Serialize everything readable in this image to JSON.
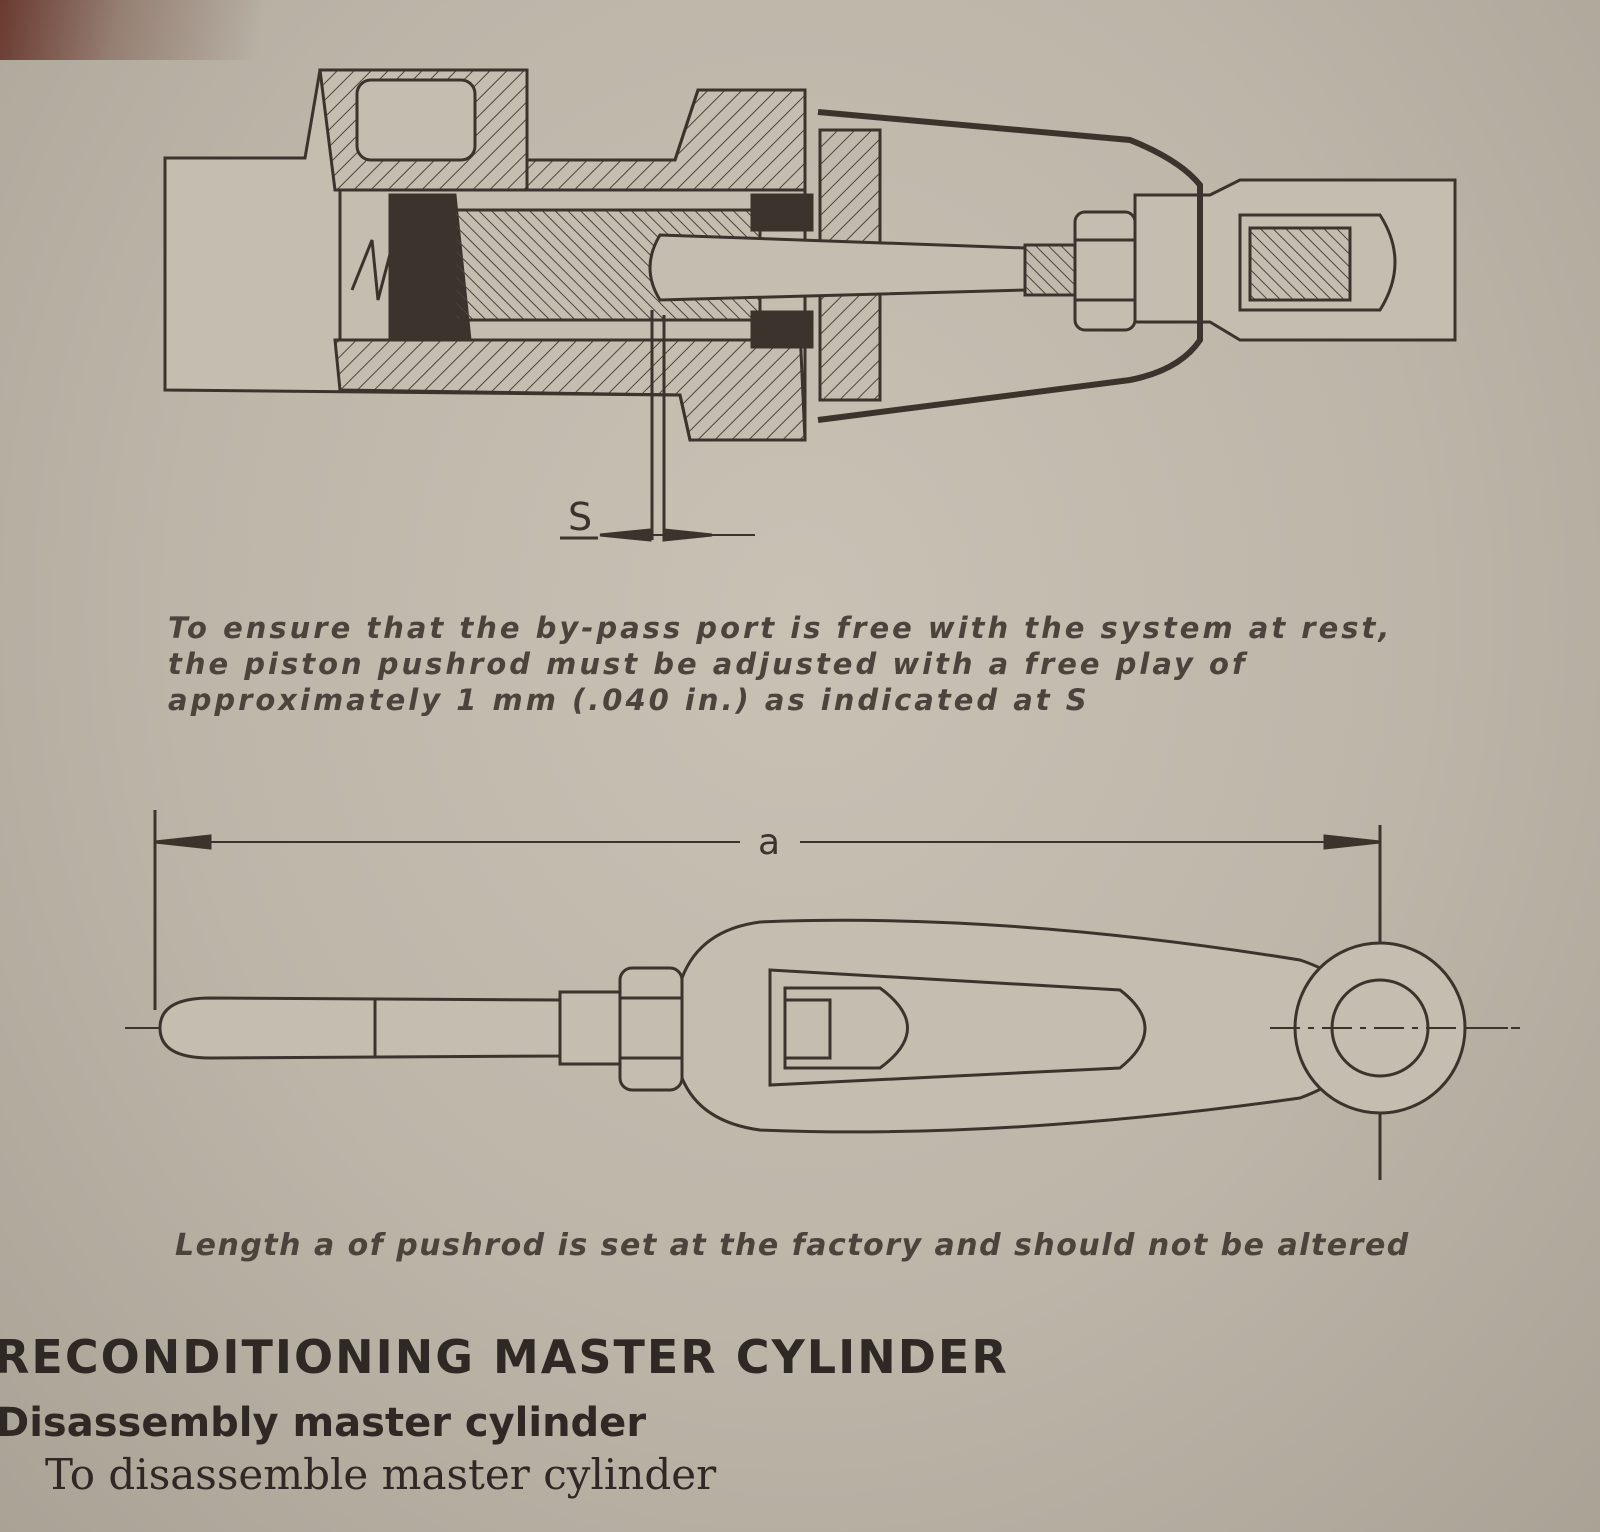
{
  "figure1": {
    "dimension_label": "S",
    "caption": "To ensure that the by-pass port is free with the system at rest, the piston pushrod must be adjusted with a free play of approximately 1 mm (.040 in.) as indicated at S"
  },
  "figure2": {
    "dimension_label": "a",
    "caption": "Length a of pushrod is set at the factory and should not be altered"
  },
  "section": {
    "heading": "RECONDITIONING MASTER CYLINDER",
    "subheading": "Disassembly master cylinder",
    "body": "To disassemble master cylinder"
  }
}
